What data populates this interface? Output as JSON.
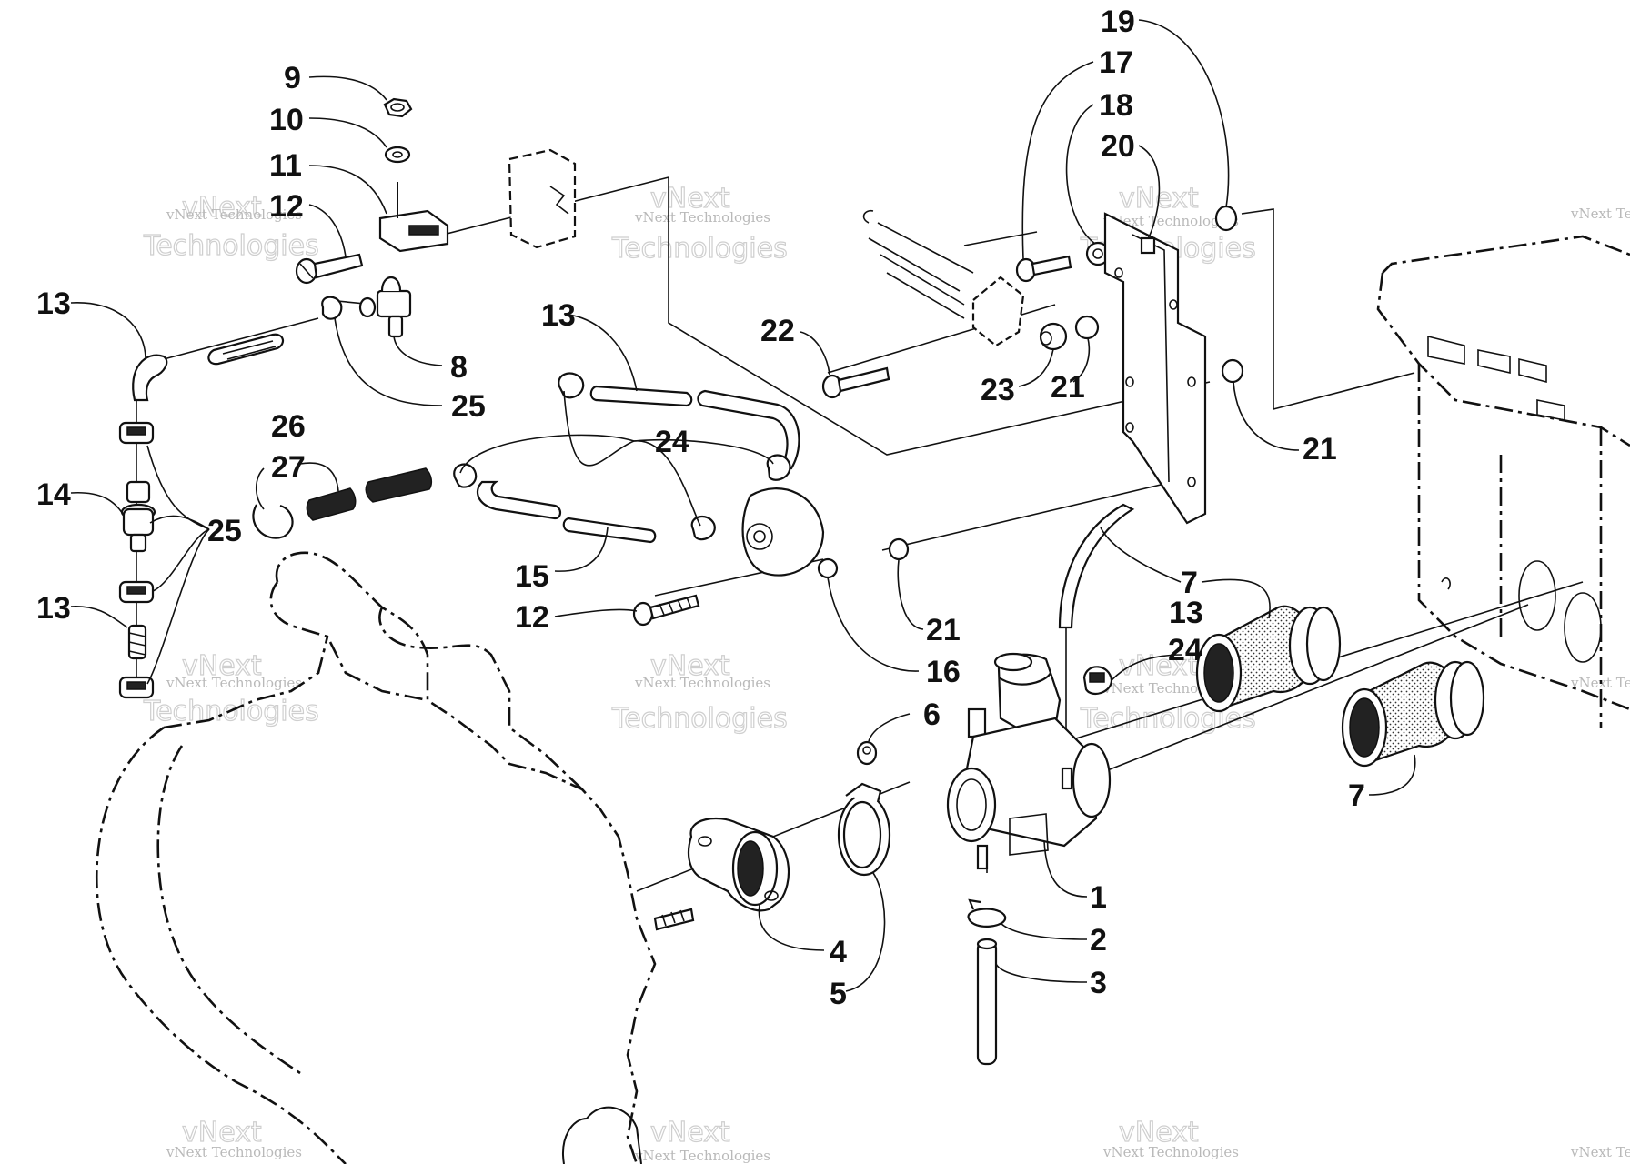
{
  "watermark": {
    "company": "vNext Technologies",
    "brand_top": "vNext",
    "brand_bottom": "Technologies"
  },
  "callouts": [
    {
      "id": "c1",
      "label": "1"
    },
    {
      "id": "c2",
      "label": "2"
    },
    {
      "id": "c3",
      "label": "3"
    },
    {
      "id": "c4",
      "label": "4"
    },
    {
      "id": "c5",
      "label": "5"
    },
    {
      "id": "c6",
      "label": "6"
    },
    {
      "id": "c7a",
      "label": "7"
    },
    {
      "id": "c7b",
      "label": "7"
    },
    {
      "id": "c8",
      "label": "8"
    },
    {
      "id": "c9",
      "label": "9"
    },
    {
      "id": "c10",
      "label": "10"
    },
    {
      "id": "c11",
      "label": "11"
    },
    {
      "id": "c12a",
      "label": "12"
    },
    {
      "id": "c12b",
      "label": "12"
    },
    {
      "id": "c13a",
      "label": "13"
    },
    {
      "id": "c13b",
      "label": "13"
    },
    {
      "id": "c13c",
      "label": "13"
    },
    {
      "id": "c13d",
      "label": "13"
    },
    {
      "id": "c14",
      "label": "14"
    },
    {
      "id": "c15",
      "label": "15"
    },
    {
      "id": "c16",
      "label": "16"
    },
    {
      "id": "c17",
      "label": "17"
    },
    {
      "id": "c18",
      "label": "18"
    },
    {
      "id": "c19",
      "label": "19"
    },
    {
      "id": "c20",
      "label": "20"
    },
    {
      "id": "c21a",
      "label": "21"
    },
    {
      "id": "c21b",
      "label": "21"
    },
    {
      "id": "c21c",
      "label": "21"
    },
    {
      "id": "c22",
      "label": "22"
    },
    {
      "id": "c23",
      "label": "23"
    },
    {
      "id": "c24a",
      "label": "24"
    },
    {
      "id": "c24b",
      "label": "24"
    },
    {
      "id": "c25a",
      "label": "25"
    },
    {
      "id": "c25b",
      "label": "25"
    },
    {
      "id": "c26",
      "label": "26"
    },
    {
      "id": "c27",
      "label": "27"
    }
  ]
}
